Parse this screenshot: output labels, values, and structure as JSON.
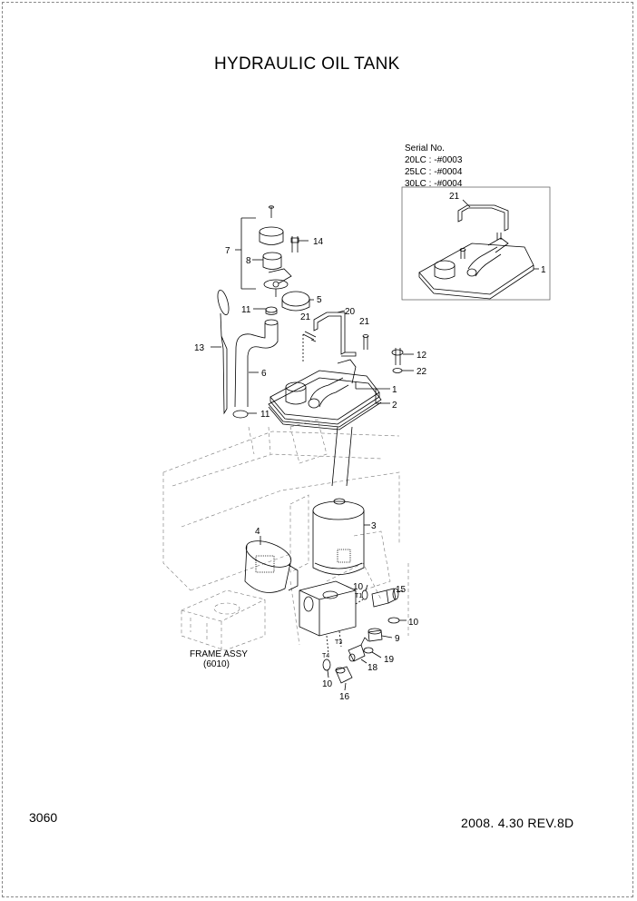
{
  "title": "HYDRAULIC OIL TANK",
  "serial": {
    "heading": "Serial No.",
    "lines": [
      "20LC : -#0003",
      "25LC : -#0004",
      "30LC : -#0004"
    ]
  },
  "callouts": {
    "c1_inset": "1",
    "c21_inset": "21",
    "c7": "7",
    "c8": "8",
    "c14": "14",
    "c5": "5",
    "c11_top": "11",
    "c20": "20",
    "c21_a": "21",
    "c21_b": "21",
    "c13": "13",
    "c6": "6",
    "c12": "12",
    "c22": "22",
    "c1": "1",
    "c2": "2",
    "c11_bot": "11",
    "c3": "3",
    "c4": "4",
    "c10_a": "10",
    "c15": "15",
    "c10_b": "10",
    "c9": "9",
    "c19": "19",
    "c18": "18",
    "c10_c": "10",
    "c16": "16"
  },
  "port_labels": {
    "t1": "T1",
    "t3": "T3",
    "t4": "T4"
  },
  "frame_label": {
    "line1": "FRAME ASSY",
    "line2": "(6010)"
  },
  "page_number": "3060",
  "revision": "2008.  4.30  REV.8D"
}
